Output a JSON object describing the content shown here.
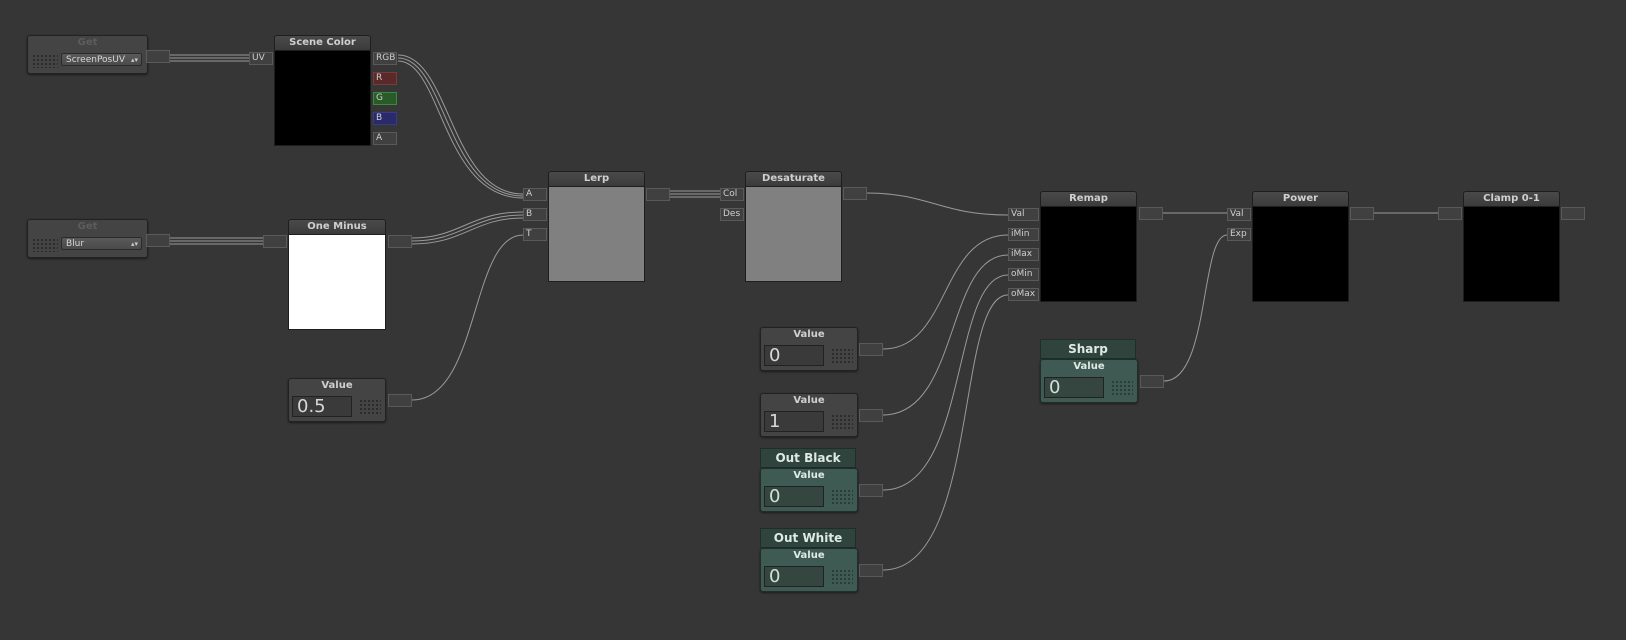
{
  "get_nodes": [
    {
      "title": "Get",
      "value": "ScreenPosUV"
    },
    {
      "title": "Get",
      "value": "Blur"
    }
  ],
  "scene_color": {
    "title": "Scene Color",
    "in_uv": "UV",
    "outputs": [
      "RGB",
      "R",
      "G",
      "B",
      "A"
    ]
  },
  "one_minus": {
    "title": "One Minus"
  },
  "lerp": {
    "title": "Lerp",
    "inputs": [
      "A",
      "B",
      "T"
    ]
  },
  "desaturate": {
    "title": "Desaturate",
    "inputs": [
      "Col",
      "Des"
    ]
  },
  "remap": {
    "title": "Remap",
    "inputs": [
      "Val",
      "iMin",
      "iMax",
      "oMin",
      "oMax"
    ]
  },
  "power": {
    "title": "Power",
    "inputs": [
      "Val",
      "Exp"
    ]
  },
  "clamp": {
    "title": "Clamp 0-1"
  },
  "values": [
    {
      "title": "Value",
      "value": "0.5"
    },
    {
      "title": "Value",
      "value": "0"
    },
    {
      "title": "Value",
      "value": "1"
    },
    {
      "group": "Out Black",
      "title": "Value",
      "value": "0"
    },
    {
      "group": "Out White",
      "title": "Value",
      "value": "0"
    },
    {
      "group": "Sharp",
      "title": "Value",
      "value": "0"
    }
  ],
  "icons": {
    "dropdown": "updown-arrows-icon",
    "grip": "grip-dots-icon"
  },
  "colors": {
    "background": "#363636",
    "wire": "#9a9a9a",
    "group": "#3e5a52"
  }
}
